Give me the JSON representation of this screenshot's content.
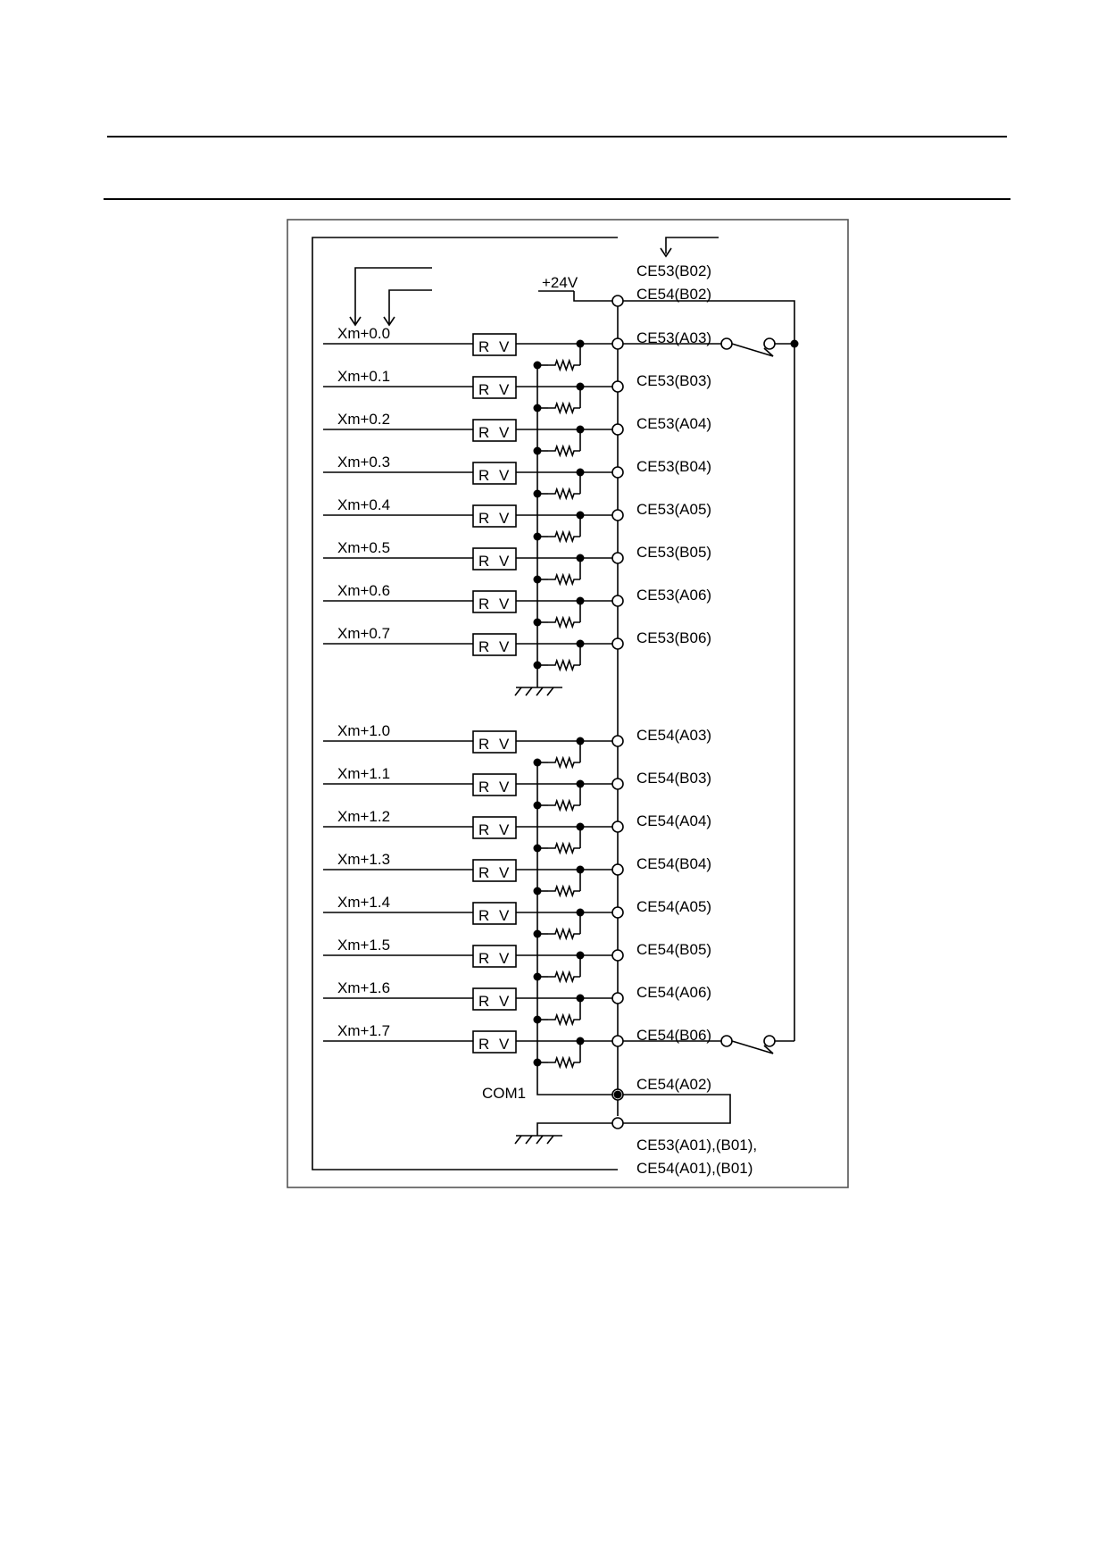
{
  "diagram": {
    "supply_label": "+24V",
    "top_terminals": [
      "CE53(B02)",
      "CE54(B02)"
    ],
    "component_label": "R V",
    "group1": {
      "inputs": [
        "Xm+0.0",
        "Xm+0.1",
        "Xm+0.2",
        "Xm+0.3",
        "Xm+0.4",
        "Xm+0.5",
        "Xm+0.6",
        "Xm+0.7"
      ],
      "terminals": [
        "CE53(A03)",
        "CE53(B03)",
        "CE53(A04)",
        "CE53(B04)",
        "CE53(A05)",
        "CE53(B05)",
        "CE53(A06)",
        "CE53(B06)"
      ]
    },
    "group2": {
      "inputs": [
        "Xm+1.0",
        "Xm+1.1",
        "Xm+1.2",
        "Xm+1.3",
        "Xm+1.4",
        "Xm+1.5",
        "Xm+1.6",
        "Xm+1.7"
      ],
      "terminals": [
        "CE54(A03)",
        "CE54(B03)",
        "CE54(A04)",
        "CE54(B04)",
        "CE54(A05)",
        "CE54(B05)",
        "CE54(A06)",
        "CE54(B06)"
      ]
    },
    "com_label": "COM1",
    "com_terminal": "CE54(A02)",
    "ground_terminals": [
      "CE53(A01),(B01),",
      "CE54(A01),(B01)"
    ]
  },
  "colors": {
    "line": "#000000",
    "background": "#ffffff",
    "frame": "#555555"
  }
}
